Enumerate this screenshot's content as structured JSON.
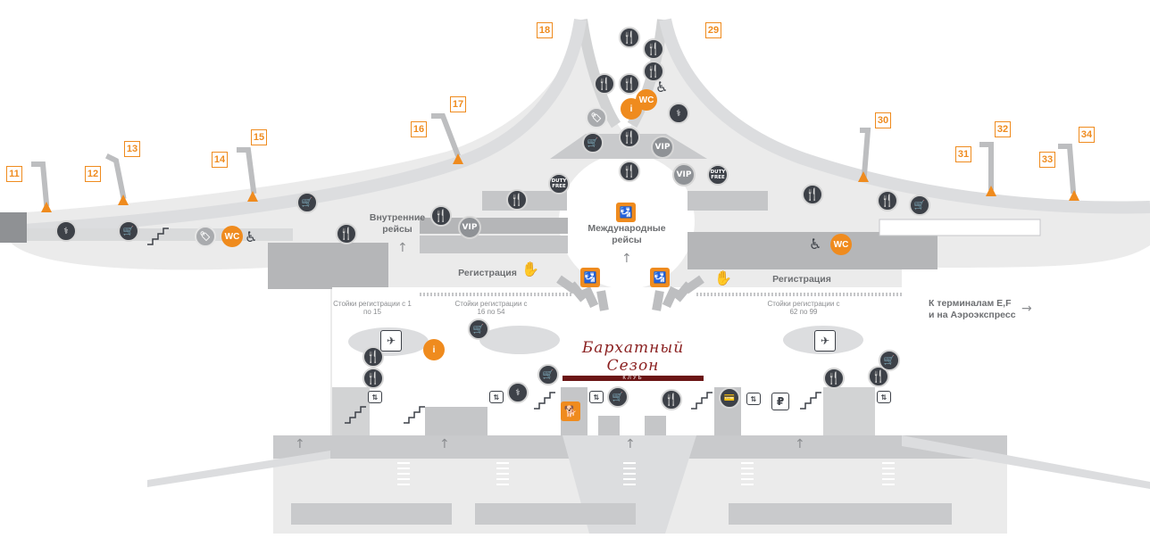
{
  "gates": [
    "11",
    "12",
    "13",
    "14",
    "15",
    "16",
    "17",
    "18",
    "29",
    "30",
    "31",
    "32",
    "33",
    "34"
  ],
  "labels": {
    "domestic": "Внутренние рейсы",
    "international": "Международные рейсы",
    "checkin_left": "Регистрация",
    "checkin_right": "Регистрация",
    "counters_1": "Стойки регистрации с 1 по 15",
    "counters_2": "Стойки регистрации с 16 по 54",
    "counters_3": "Стойки регистрации с 62 по 99",
    "to_terminals": "К терминалам E,F и на Аэроэкспресс"
  },
  "club": {
    "title": "Бархатный Сезон",
    "subtitle": "КЛУБ"
  },
  "icon_text": {
    "wc": "WC",
    "vip": "VIP",
    "duty_free": "DUTY FREE",
    "info": "i"
  },
  "colors": {
    "accent": "#ef8b1e",
    "dark_icon": "#3d4148",
    "floor": "#ebebeb",
    "wall": "#bdbec0",
    "club": "#8a1f1f"
  },
  "legend_icons": [
    "restaurant-icon",
    "shop-icon",
    "pharmacy-icon",
    "info-icon",
    "wc-icon",
    "wheelchair-icon",
    "elevator-icon",
    "escalator-icon",
    "passport-icon",
    "atm-icon",
    "pet-icon",
    "currency-icon",
    "vip-lounge-icon",
    "duty-free-icon"
  ]
}
